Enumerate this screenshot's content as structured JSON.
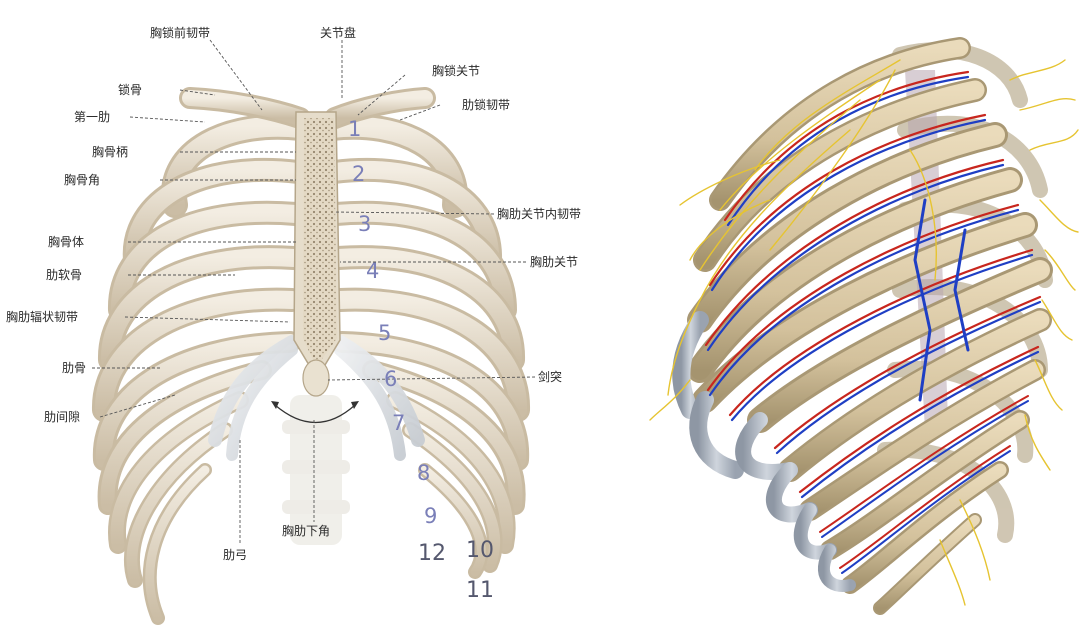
{
  "left_diagram": {
    "labels": {
      "sternoclavicular_anterior_lig": "胸锁前韧带",
      "articular_disc": "关节盘",
      "sternoclavicular_joint": "胸锁关节",
      "clavicle": "锁骨",
      "costoclavicular_lig": "肋锁韧带",
      "first_rib": "第一肋",
      "manubrium": "胸骨柄",
      "sternal_angle": "胸骨角",
      "intraarticular_sternocostal_lig": "胸肋关节内韧带",
      "sternal_body": "胸骨体",
      "sternocostal_joint": "胸肋关节",
      "costal_cartilage": "肋软骨",
      "radiate_sternocostal_lig": "胸肋辐状韧带",
      "rib": "肋骨",
      "xiphoid": "剑突",
      "intercostal_space": "肋间隙",
      "infrasternal_angle": "胸肋下角",
      "costal_arch": "肋弓"
    },
    "rib_numbers": [
      "1",
      "2",
      "3",
      "4",
      "5",
      "6",
      "7",
      "8",
      "9",
      "10",
      "11",
      "12"
    ]
  },
  "colors": {
    "bone": "#e8dfcf",
    "bone_shadow": "#c9bba2",
    "cartilage": "#d9dde2",
    "artery": "#c8261e",
    "vein": "#1f3fc4",
    "nerve": "#e6c431",
    "rib_3d": "#d8c7a4",
    "rib_3d_dark": "#a99874",
    "cartilage_3d": "#b9c1cc"
  }
}
